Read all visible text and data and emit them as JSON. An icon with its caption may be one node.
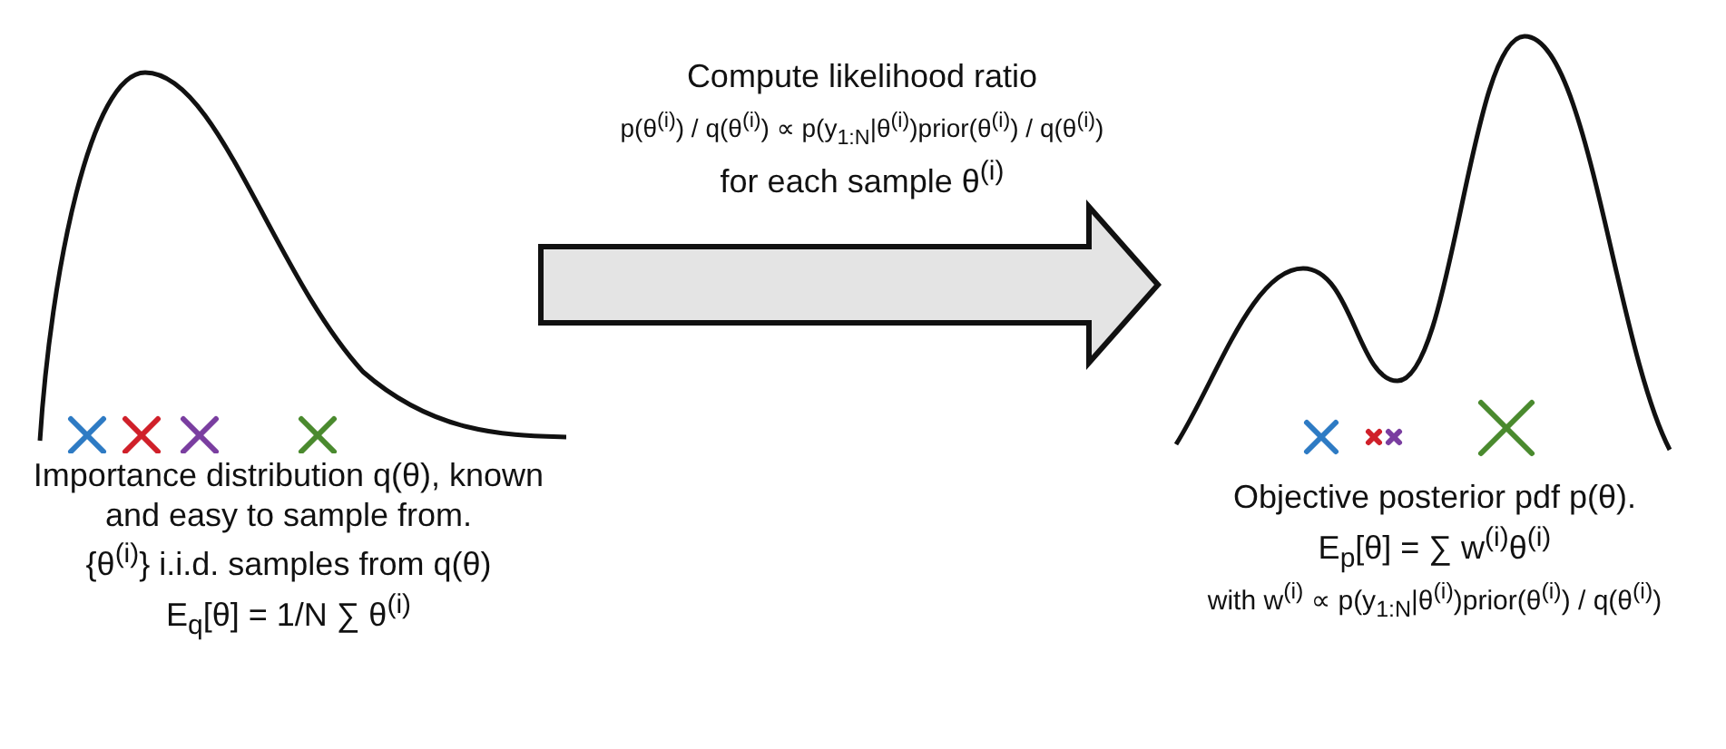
{
  "diagram": {
    "nodes": [
      {
        "text": [
          "Importance distribution q(θ), known and easy to sample from.",
          "{θ$^{(i)}$} i.i.d. samples from q(θ)",
          "E$_{q}$[θ] = 1/N ∑ θ$^{(i)}$"
        ]
      },
      {
        "text": [
          "Objective posterior pdf p(θ).",
          "E$_{p}$[θ] = ∑ w$^{(i)}$θ$^{(i)}$",
          "with w$^{(i)}$ ∝ p(y$_{1:N}$|θ$^{(i)}$)prior(θ$^{(i)}$) / q(θ$^{(i)}$)"
        ]
      }
    ],
    "edges": [
      {
        "from": 0,
        "to": 1,
        "arrow": "to",
        "label": "for each sample θ$^{(i)}$",
        "style": "thick"
      }
    ],
    "labels": [
      "Compute likelihood ratio",
      "p(θ$^{(i)}$) / q(θ$^{(i)}$) ∝ p(y$_{1:N}$|θ$^{(i)}$)prior(θ$^{(i)}$) / q(θ$^{(i)}$)"
    ]
  }
}
